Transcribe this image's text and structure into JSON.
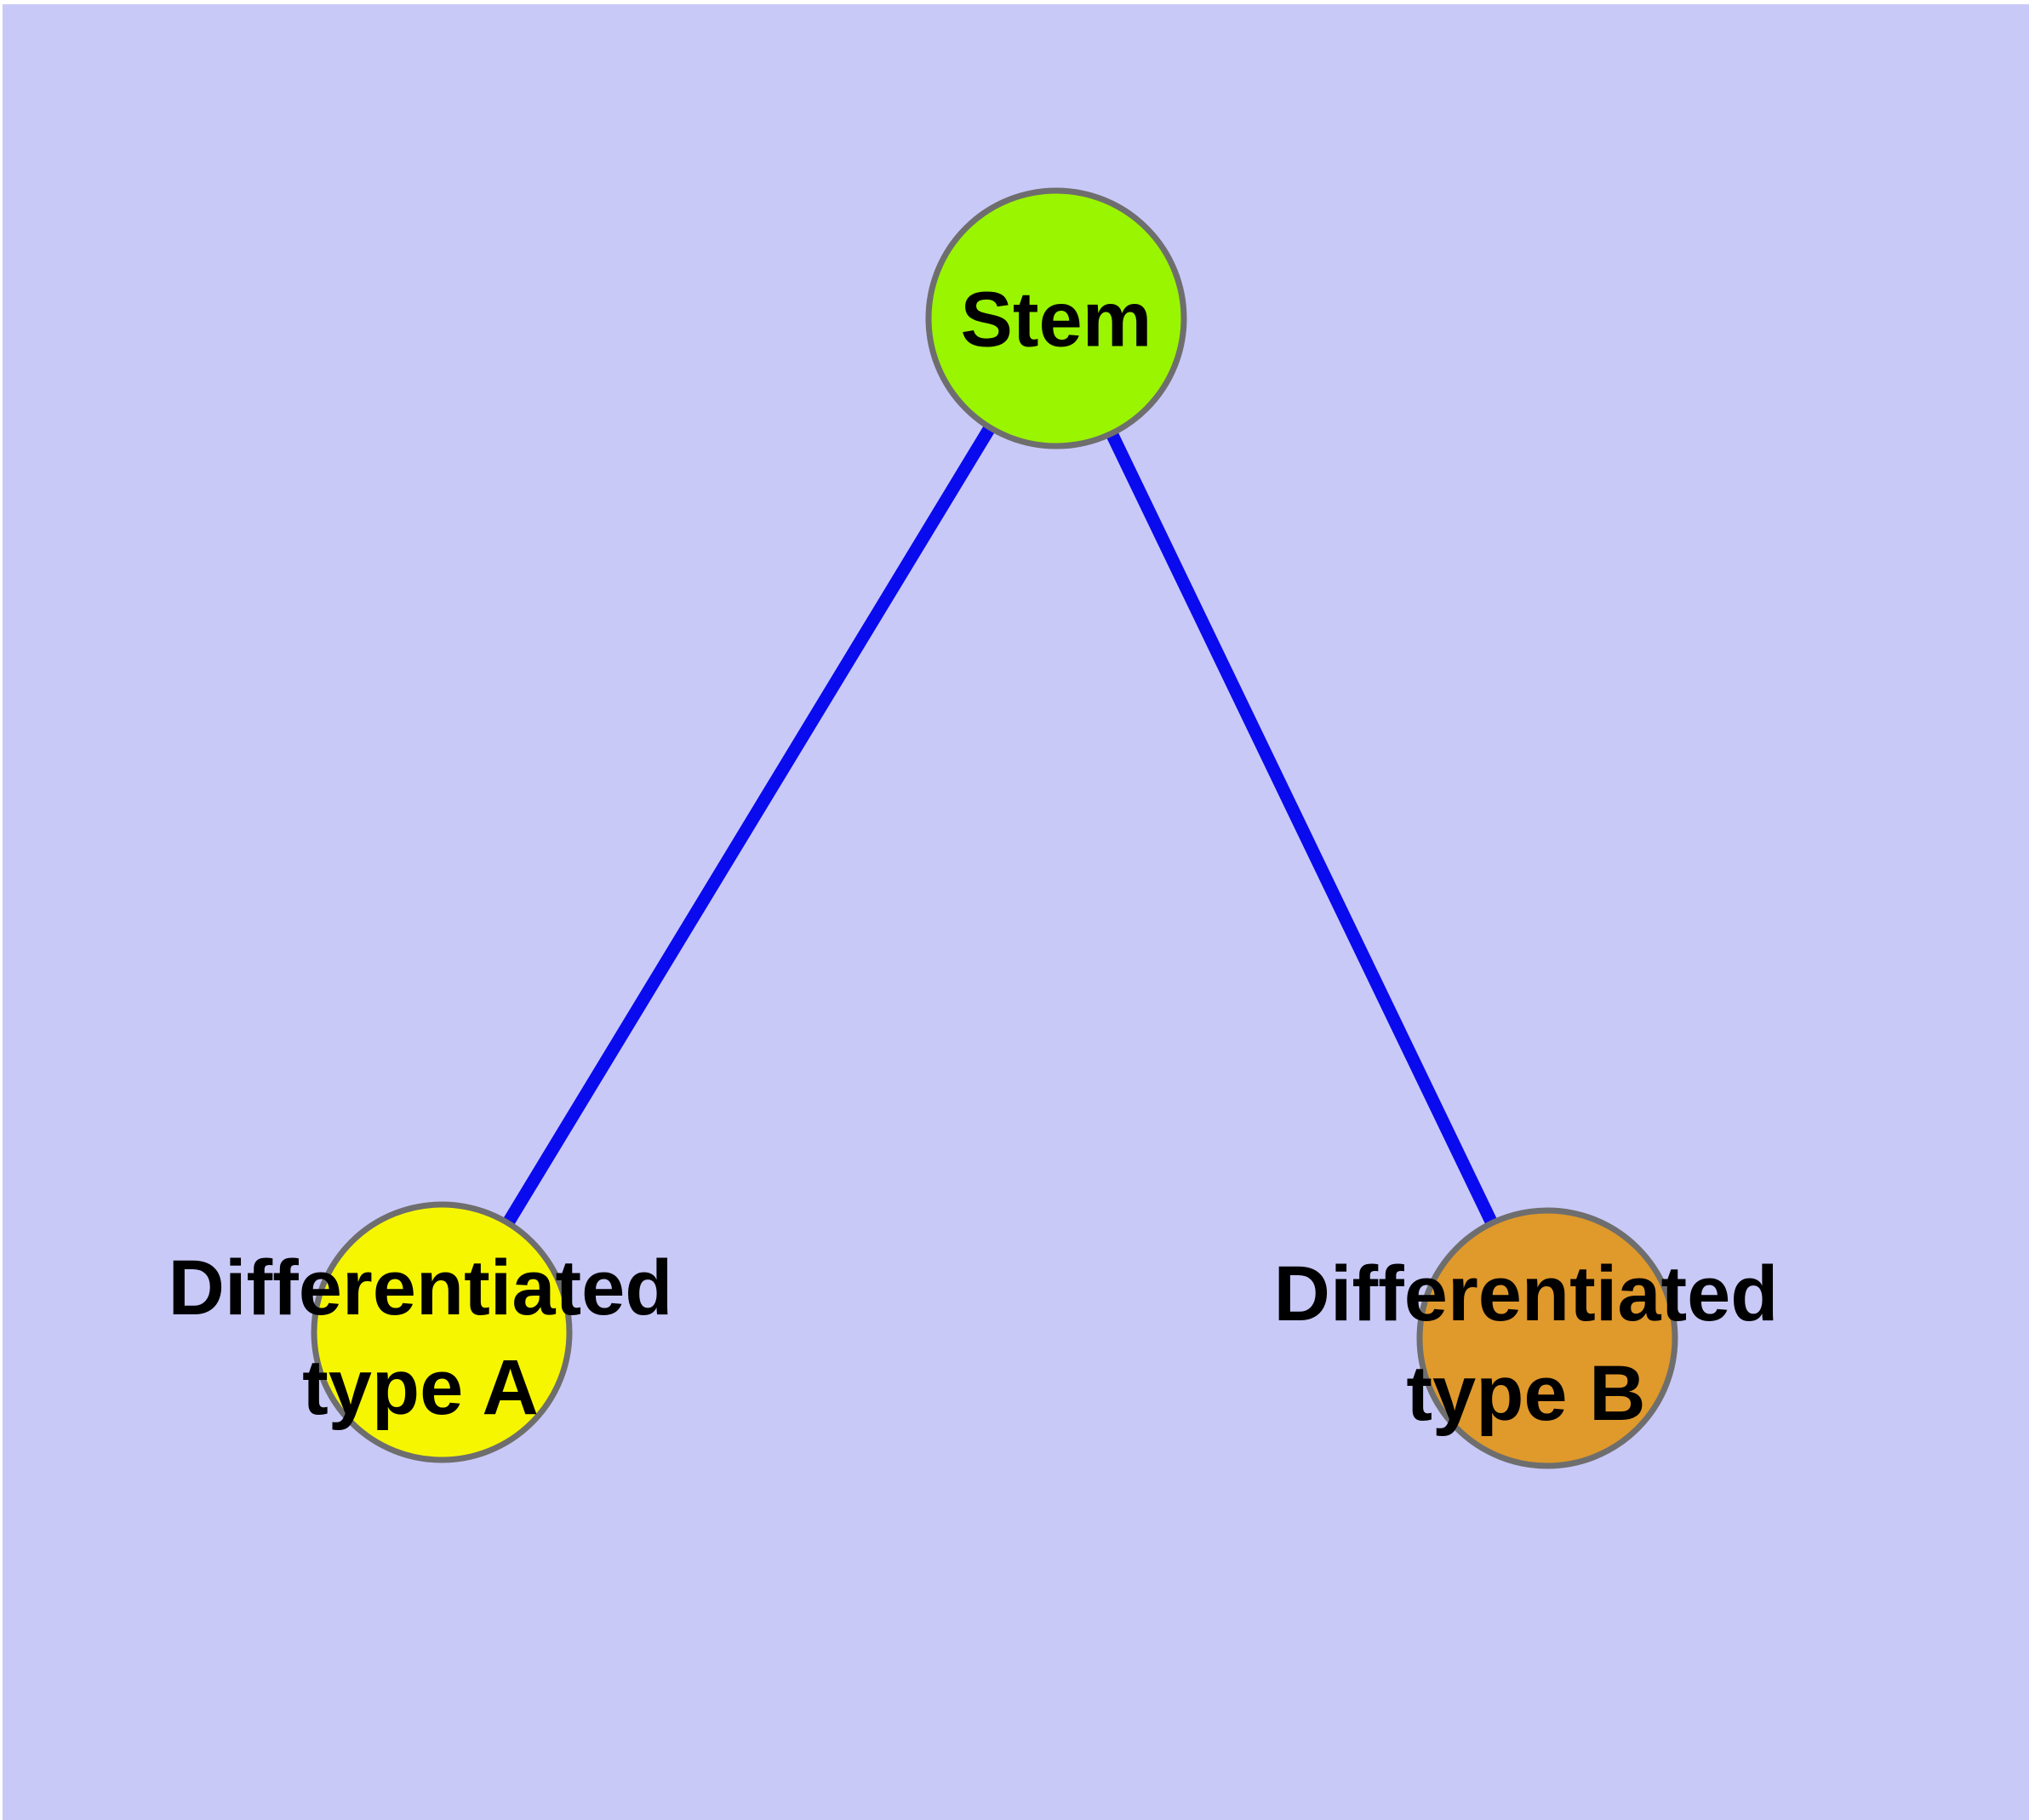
{
  "diagram": {
    "description": "Cell differentiation graph: one stem node connected to two differentiated type nodes",
    "background_color": "#c9c9f8",
    "margin_color": "#ffffff",
    "edge_color": "#0a0aee",
    "node_border_color": "#6e6e6e",
    "label_color": "#000000",
    "nodes": [
      {
        "id": "stem",
        "label": "Stem",
        "fill": "#9af500"
      },
      {
        "id": "diff-type-a",
        "label": "Differentiated\ntype A",
        "fill": "#f6f600"
      },
      {
        "id": "diff-type-b",
        "label": "Differentiated\ntype B",
        "fill": "#e0992b"
      }
    ],
    "edges": [
      {
        "from": "Stem",
        "to": "Differentiated type A"
      },
      {
        "from": "Stem",
        "to": "Differentiated type B"
      }
    ]
  }
}
